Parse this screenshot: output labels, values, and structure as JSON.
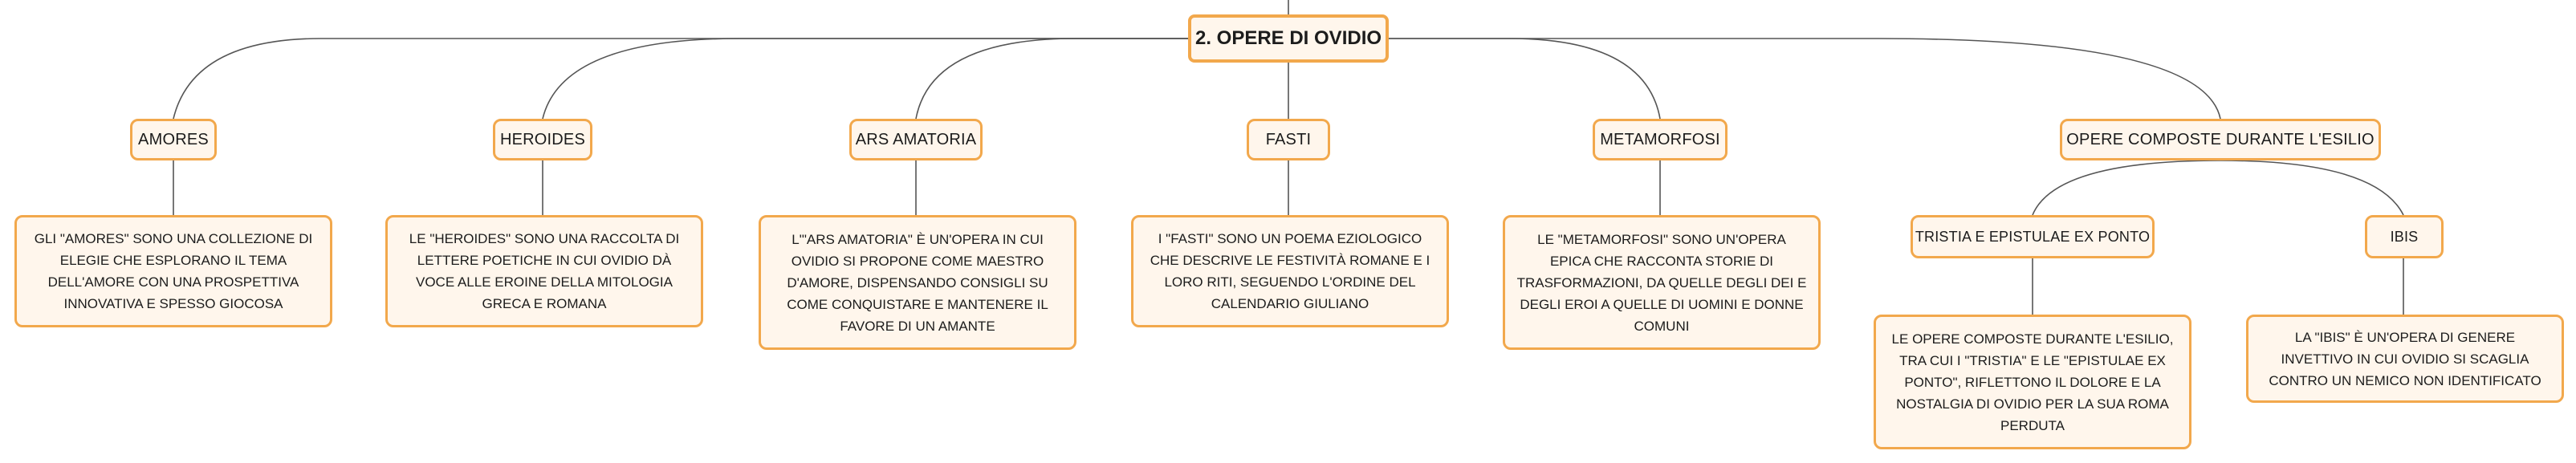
{
  "colors": {
    "accent": "#f2a84c",
    "node_fill": "#fff6ec",
    "connector": "#555555"
  },
  "root": {
    "title": "2. OPERE DI OVIDIO"
  },
  "topics": [
    {
      "title": "AMORES",
      "description": "GLI \"AMORES\" SONO UNA COLLEZIONE DI ELEGIE CHE ESPLORANO IL TEMA DELL'AMORE CON UNA PROSPETTIVA INNOVATIVA E SPESSO GIOCOSA"
    },
    {
      "title": "HEROIDES",
      "description": "LE \"HEROIDES\" SONO UNA RACCOLTA DI LETTERE POETICHE IN CUI OVIDIO DÀ VOCE ALLE EROINE DELLA MITOLOGIA GRECA E ROMANA"
    },
    {
      "title": "ARS AMATORIA",
      "description": "L'\"ARS AMATORIA\" È UN'OPERA IN CUI OVIDIO SI PROPONE COME MAESTRO D'AMORE, DISPENSANDO CONSIGLI SU COME CONQUISTARE E MANTENERE IL FAVORE DI UN AMANTE"
    },
    {
      "title": "FASTI",
      "description": "I \"FASTI\" SONO UN POEMA EZIOLOGICO CHE DESCRIVE LE FESTIVITÀ ROMANE E I LORO RITI, SEGUENDO L'ORDINE DEL CALENDARIO GIULIANO"
    },
    {
      "title": "METAMORFOSI",
      "description": "LE \"METAMORFOSI\" SONO UN'OPERA EPICA CHE RACCONTA STORIE DI TRASFORMAZIONI, DA QUELLE DEGLI DEI E DEGLI EROI A QUELLE DI UOMINI E DONNE COMUNI"
    },
    {
      "title": "OPERE COMPOSTE DURANTE L'ESILIO",
      "children": [
        {
          "title": "TRISTIA E EPISTULAE EX PONTO",
          "description": "LE OPERE COMPOSTE DURANTE L'ESILIO, TRA CUI I \"TRISTIA\" E LE \"EPISTULAE EX PONTO\", RIFLETTONO IL DOLORE E LA NOSTALGIA DI OVIDIO PER LA SUA ROMA PERDUTA"
        },
        {
          "title": "IBIS",
          "description": "LA \"IBIS\" È UN'OPERA DI GENERE INVETTIVO IN CUI OVIDIO SI SCAGLIA CONTRO UN NEMICO NON IDENTIFICATO"
        }
      ]
    }
  ]
}
